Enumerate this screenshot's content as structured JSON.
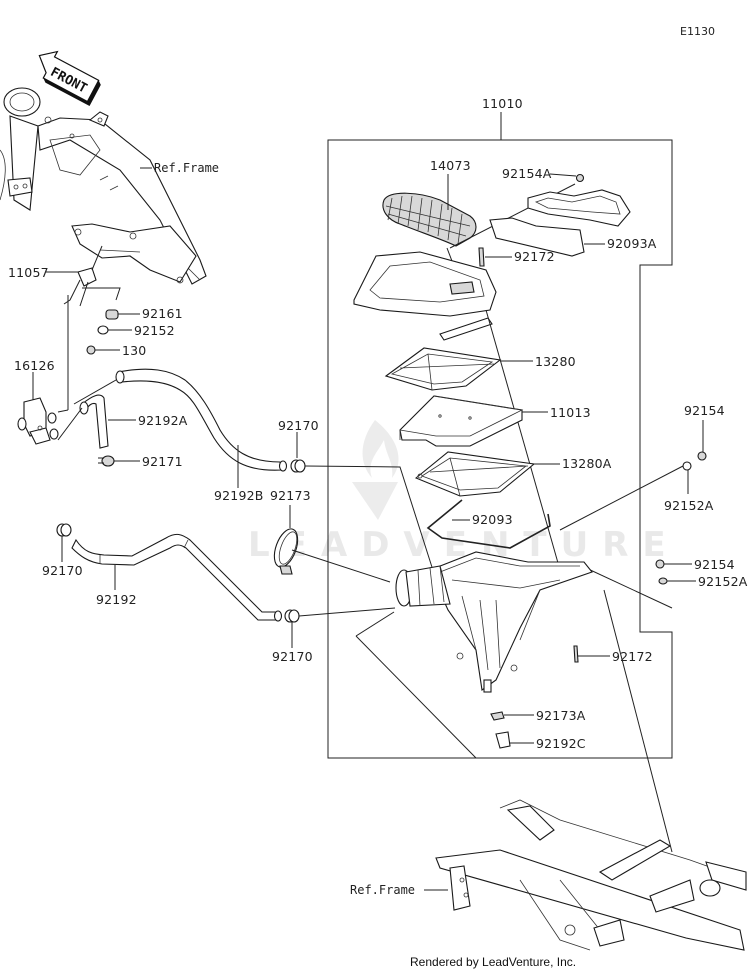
{
  "diagram": {
    "code": "E1130",
    "front_arrow": "FRONT",
    "watermark": "LEADVENTURE",
    "footer": "Rendered by LeadVenture, Inc.",
    "ref_labels": {
      "frame_top": "Ref.Frame",
      "frame_bottom": "Ref.Frame"
    },
    "parts": {
      "p11010": "11010",
      "p14073": "14073",
      "p92154A": "92154A",
      "p92093A": "92093A",
      "p92172_top": "92172",
      "p13280": "13280",
      "p11013": "11013",
      "p13280A": "13280A",
      "p92093": "92093",
      "p92154_top": "92154",
      "p92152A_top": "92152A",
      "p92154_mid": "92154",
      "p92152A_mid": "92152A",
      "p92172_bot": "92172",
      "p92173A": "92173A",
      "p92192C": "92192C",
      "p11057": "11057",
      "p92161": "92161",
      "p92152": "92152",
      "p130": "130",
      "p16126": "16126",
      "p92192A": "92192A",
      "p92171": "92171",
      "p92170_a": "92170",
      "p92192B": "92192B",
      "p92173": "92173",
      "p92170_b": "92170",
      "p92192": "92192",
      "p92170_c": "92170"
    }
  }
}
